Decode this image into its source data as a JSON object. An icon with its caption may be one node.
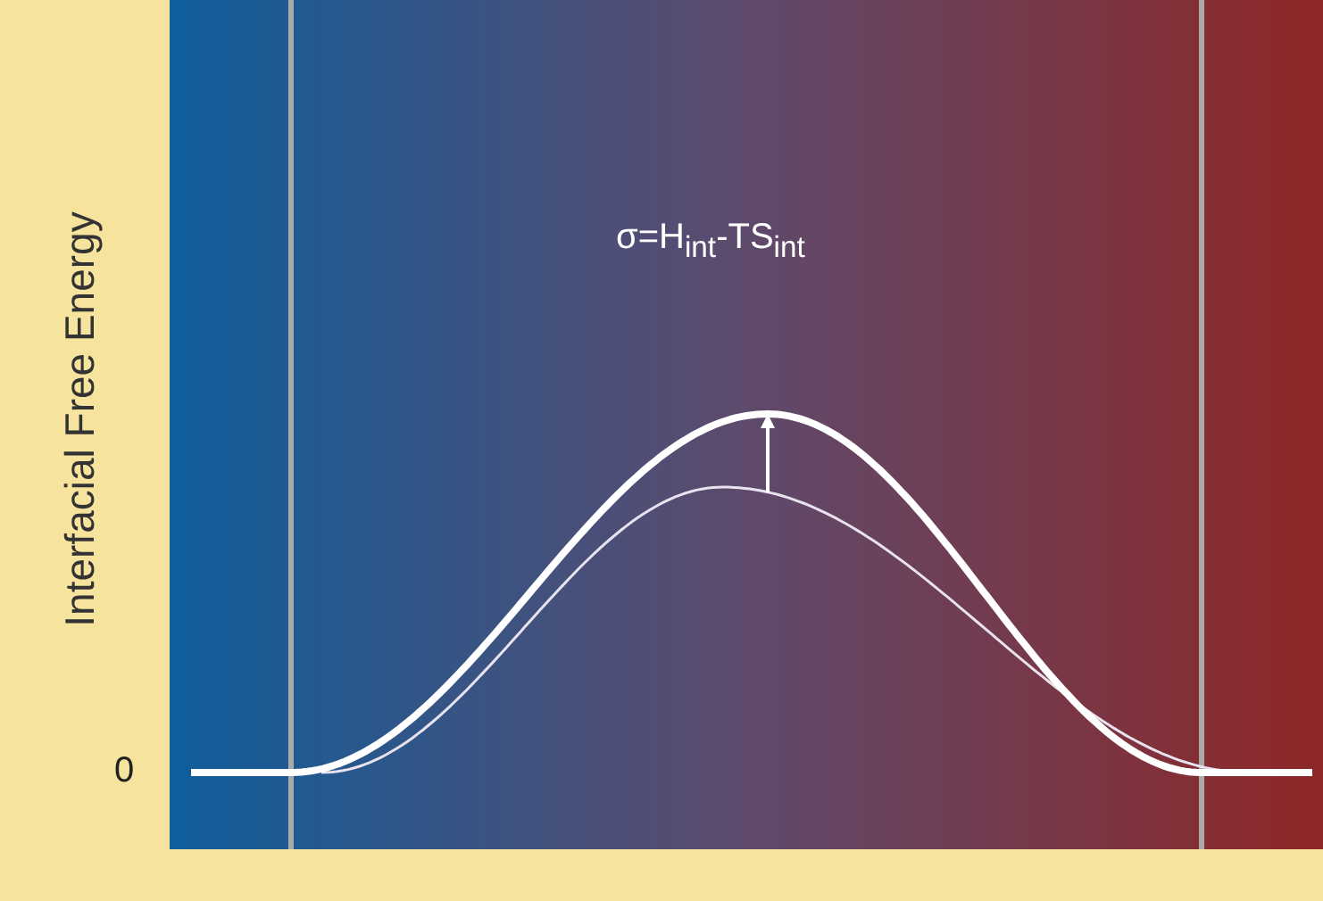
{
  "diagram": {
    "labels": [
      "Interfacial Free Energy",
      "σ=H$_{int}$-TS$_{int}$",
      "0"
    ]
  }
}
